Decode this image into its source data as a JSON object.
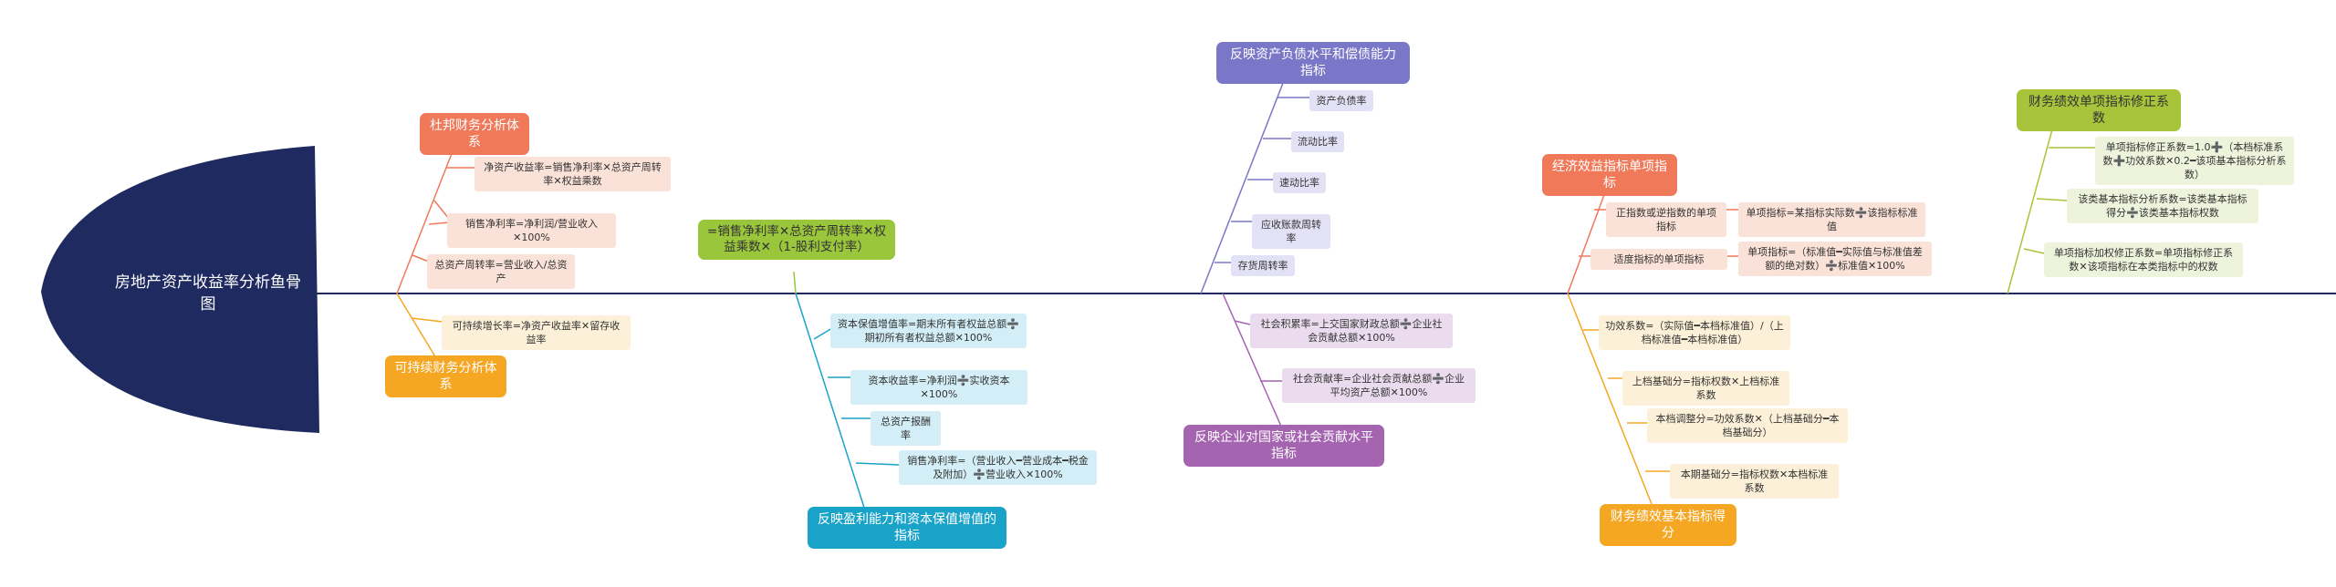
{
  "head": {
    "label": "房地产资产收益率分析鱼骨图"
  },
  "colors": {
    "spine": "#1f2a60",
    "head": "#1f2a60"
  },
  "branches": {
    "dupont": {
      "label": "杜邦财务分析体系",
      "items": [
        "净资产收益率=销售净利率✕总资产周转率✕权益乘数",
        "销售净利率=净利润/营业收入✕100%",
        "总资产周转率=营业收入/总资产"
      ]
    },
    "sustain": {
      "label": "可持续财务分析体系",
      "items": [
        "可持续增长率=净资产收益率✕留存收益率"
      ]
    },
    "formula": {
      "label": "=销售净利率✕总资产周转率✕权益乘数✕（1-股利支付率）"
    },
    "profit": {
      "label": "反映盈利能力和资本保值增值的指标",
      "items": [
        "资本保值增值率=期末所有者权益总额➗期初所有者权益总额✕100%",
        "资本收益率=净利润➗实收资本✕100%",
        "总资产报酬率",
        "销售净利率=（营业收入━营业成本━税金及附加）➗营业收入✕100%"
      ]
    },
    "debt": {
      "label": "反映资产负债水平和偿债能力指标",
      "items": [
        "资产负债率",
        "流动比率",
        "速动比率",
        "应收账款周转率",
        "存货周转率"
      ]
    },
    "social": {
      "label": "反映企业对国家或社会贡献水平指标",
      "items": [
        "社会积累率=上交国家财政总额➗企业社会贡献总额✕100%",
        "社会贡献率=企业社会贡献总额➗企业平均资产总额✕100%"
      ]
    },
    "econ": {
      "label": "经济效益指标单项指标",
      "items": [
        "正指数或逆指数的单项指标",
        "单项指标=某指标实际数➗该指标标准值",
        "适度指标的单项指标",
        "单项指标=（标准值━实际值与标准值差额的绝对数）➗标准值✕100%"
      ]
    },
    "basic": {
      "label": "财务绩效基本指标得分",
      "items": [
        "功效系数=（实际值━本档标准值）/（上档标准值━本档标准值）",
        "上档基础分=指标权数✕上档标准系数",
        "本档调整分=功效系数✕（上档基础分━本档基础分）",
        "本期基础分=指标权数✕本档标准系数"
      ]
    },
    "modify": {
      "label": "财务绩效单项指标修正系数",
      "items": [
        "单项指标修正系数=1.0➕（本档标准系数➕功效系数✕0.2━该项基本指标分析系数）",
        "该类基本指标分析系数=该类基本指标得分➗该类基本指标权数",
        "单项指标加权修正系数=单项指标修正系数✕该项指标在本类指标中的权数"
      ]
    }
  }
}
